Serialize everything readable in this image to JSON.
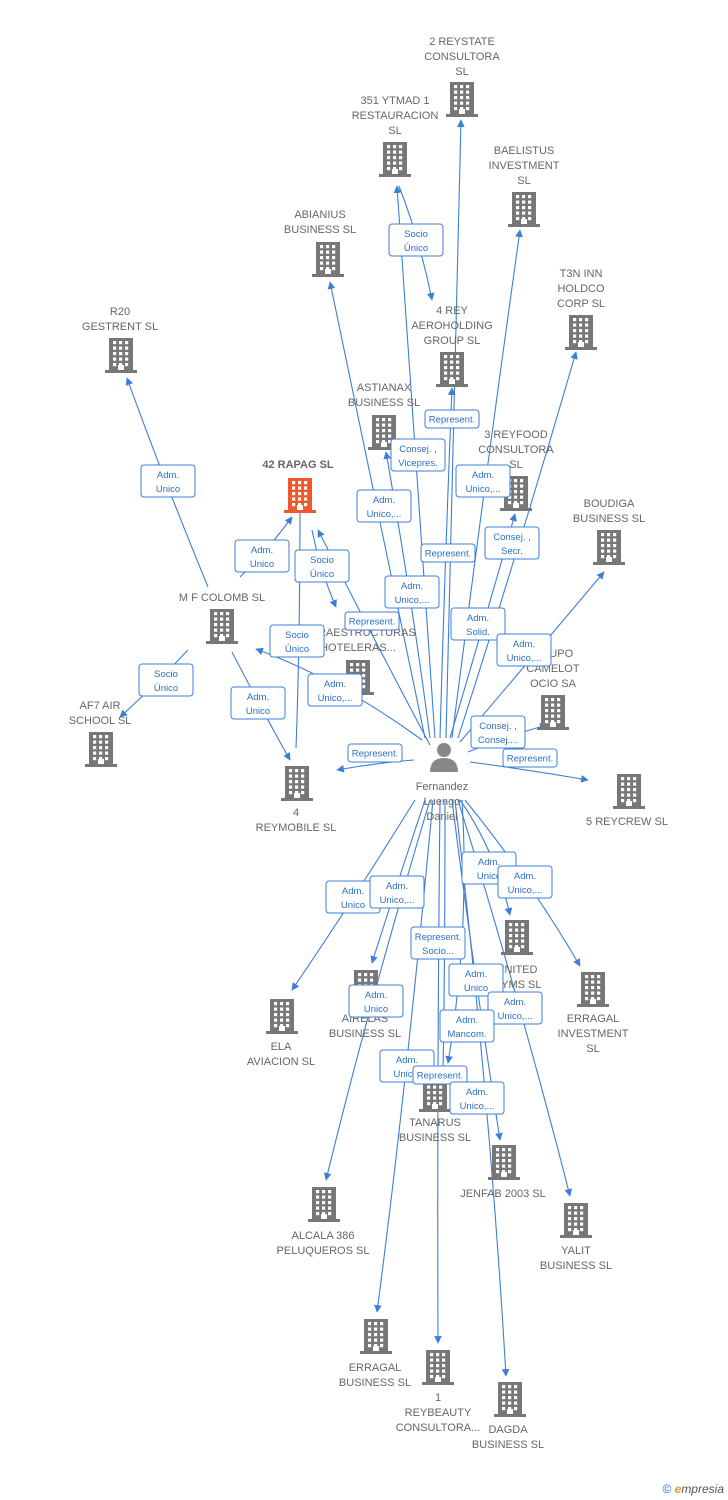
{
  "colors": {
    "edge": "#3d7fd6",
    "building": "#777777",
    "focus": "#f0572a",
    "person": "#888888",
    "label": "#666666"
  },
  "person": {
    "name_lines": [
      "Fernandez",
      "Luengo",
      "Daniel"
    ],
    "icon": "person-icon"
  },
  "nodes": [
    {
      "id": "reystate2",
      "lines": [
        "2 REYSTATE",
        "CONSULTORA",
        "SL"
      ]
    },
    {
      "id": "ytmad351",
      "lines": [
        "351 YTMAD 1",
        "RESTAURACION",
        "SL"
      ]
    },
    {
      "id": "baelistus",
      "lines": [
        "BAELISTUS",
        "INVESTMENT",
        "SL"
      ]
    },
    {
      "id": "abianius",
      "lines": [
        "ABIANIUS",
        "BUSINESS  SL"
      ]
    },
    {
      "id": "t3ninn",
      "lines": [
        "T3N INN",
        "HOLDCO",
        "CORP  SL"
      ]
    },
    {
      "id": "r20",
      "lines": [
        "R20",
        "GESTRENT  SL"
      ]
    },
    {
      "id": "rey4aero",
      "lines": [
        "4 REY",
        "AEROHOLDING",
        "GROUP  SL"
      ]
    },
    {
      "id": "astianax",
      "lines": [
        "ASTIANAX",
        "BUSINESS  SL"
      ]
    },
    {
      "id": "reyfood3",
      "lines": [
        "3 REYFOOD",
        "CONSULTORA",
        "SL"
      ]
    },
    {
      "id": "rapag42",
      "lines": [
        "42 RAPAG  SL"
      ],
      "focus": true
    },
    {
      "id": "boudiga",
      "lines": [
        "BOUDIGA",
        "BUSINESS  SL"
      ]
    },
    {
      "id": "mfcolomb",
      "lines": [
        "M F COLOMB SL"
      ]
    },
    {
      "id": "infraestructuras",
      "lines": [
        "INFRAESTRUCTURAS",
        "HOTELERAS..."
      ]
    },
    {
      "id": "grupocamelot",
      "lines": [
        "GRUPO",
        "CAMELOT",
        "OCIO SA"
      ]
    },
    {
      "id": "af7air",
      "lines": [
        "AF7 AIR",
        "SCHOOL  SL"
      ]
    },
    {
      "id": "reymobile4",
      "lines": [
        "4",
        "REYMOBILE  SL"
      ]
    },
    {
      "id": "reycrew5",
      "lines": [
        "5 REYCREW  SL"
      ]
    },
    {
      "id": "unitedgyms",
      "lines": [
        "UNITED",
        "GYMS  SL"
      ]
    },
    {
      "id": "erragalinv",
      "lines": [
        "ERRAGAL",
        "INVESTMENT",
        "SL"
      ]
    },
    {
      "id": "elaaviacion",
      "lines": [
        "ELA",
        "AVIACION SL"
      ]
    },
    {
      "id": "airelas",
      "lines": [
        "AIRELAS",
        "BUSINESS  SL"
      ]
    },
    {
      "id": "tanarus",
      "lines": [
        "TANARUS",
        "BUSINESS  SL"
      ]
    },
    {
      "id": "jenfab",
      "lines": [
        "JENFAB 2003 SL"
      ]
    },
    {
      "id": "alcala386",
      "lines": [
        "ALCALA 386",
        "PELUQUEROS SL"
      ]
    },
    {
      "id": "yalit",
      "lines": [
        "YALIT",
        "BUSINESS  SL"
      ]
    },
    {
      "id": "erragalbus",
      "lines": [
        "ERRAGAL",
        "BUSINESS  SL"
      ]
    },
    {
      "id": "reybeauty1",
      "lines": [
        "1",
        "REYBEAUTY",
        "CONSULTORA..."
      ]
    },
    {
      "id": "dagda",
      "lines": [
        "DAGDA",
        "BUSINESS  SL"
      ]
    }
  ],
  "edge_labels": [
    {
      "id": "e-r20",
      "lines": [
        "Adm.",
        "Unico"
      ]
    },
    {
      "id": "e-ytmad-rey4",
      "lines": [
        "Socio",
        "Único"
      ]
    },
    {
      "id": "e-rapag-mf",
      "lines": [
        "Adm.",
        "Unico"
      ]
    },
    {
      "id": "e-rapag-infra",
      "lines": [
        "Socio",
        "Único"
      ]
    },
    {
      "id": "e-af7",
      "lines": [
        "Socio",
        "Único"
      ]
    },
    {
      "id": "e-mf-reymobile",
      "lines": [
        "Adm.",
        "Unico"
      ]
    },
    {
      "id": "e-reymobile-rapag",
      "lines": [
        "Socio",
        "Único"
      ]
    },
    {
      "id": "e-infra",
      "lines": [
        "Represent."
      ]
    },
    {
      "id": "e-mf-person",
      "lines": [
        "Adm.",
        "Unico,..."
      ]
    },
    {
      "id": "e-rey4",
      "lines": [
        "Represent."
      ]
    },
    {
      "id": "e-astianax",
      "lines": [
        "Consej. ,",
        "Vicepres."
      ]
    },
    {
      "id": "e-abianius",
      "lines": [
        "Adm.",
        "Unico,..."
      ]
    },
    {
      "id": "e-reyfood3",
      "lines": [
        "Adm.",
        "Unico,..."
      ]
    },
    {
      "id": "e-represent2",
      "lines": [
        "Represent."
      ]
    },
    {
      "id": "e-baelistus",
      "lines": [
        "Consej. ,",
        "Secr."
      ]
    },
    {
      "id": "e-ytmad",
      "lines": [
        "Adm.",
        "Unico,..."
      ]
    },
    {
      "id": "e-t3n",
      "lines": [
        "Adm.",
        "Solid."
      ]
    },
    {
      "id": "e-boudiga",
      "lines": [
        "Adm.",
        "Unico,..."
      ]
    },
    {
      "id": "e-camelot",
      "lines": [
        "Consej. ,",
        "Consej...."
      ]
    },
    {
      "id": "e-reycrew5",
      "lines": [
        "Represent."
      ]
    },
    {
      "id": "e-reymobile4",
      "lines": [
        "Represent."
      ]
    },
    {
      "id": "e-elaaviacion",
      "lines": [
        "Adm.",
        "Unico"
      ]
    },
    {
      "id": "e-alcala",
      "lines": [
        "Adm.",
        "Unico,..."
      ]
    },
    {
      "id": "e-unitedgyms",
      "lines": [
        "Adm.",
        "Unico"
      ]
    },
    {
      "id": "e-erragalinv",
      "lines": [
        "Adm.",
        "Unico,..."
      ]
    },
    {
      "id": "e-tanarus",
      "lines": [
        "Represent.",
        "Socio..."
      ]
    },
    {
      "id": "e-airelas",
      "lines": [
        "Adm.",
        "Unico"
      ]
    },
    {
      "id": "e-jenfab",
      "lines": [
        "Adm.",
        "Unico"
      ]
    },
    {
      "id": "e-yalit",
      "lines": [
        "Adm.",
        "Unico,..."
      ]
    },
    {
      "id": "e-reybeauty",
      "lines": [
        "Adm.",
        "Mancom."
      ]
    },
    {
      "id": "e-erragalbus",
      "lines": [
        "Adm.",
        "Unic..."
      ]
    },
    {
      "id": "e-dagda",
      "lines": [
        "Represent."
      ]
    },
    {
      "id": "e-dagda2",
      "lines": [
        "Adm.",
        "Unico,..."
      ]
    }
  ],
  "footer": {
    "copyright_symbol": "©",
    "brand_initial": "e",
    "brand_rest": "mpresia"
  }
}
